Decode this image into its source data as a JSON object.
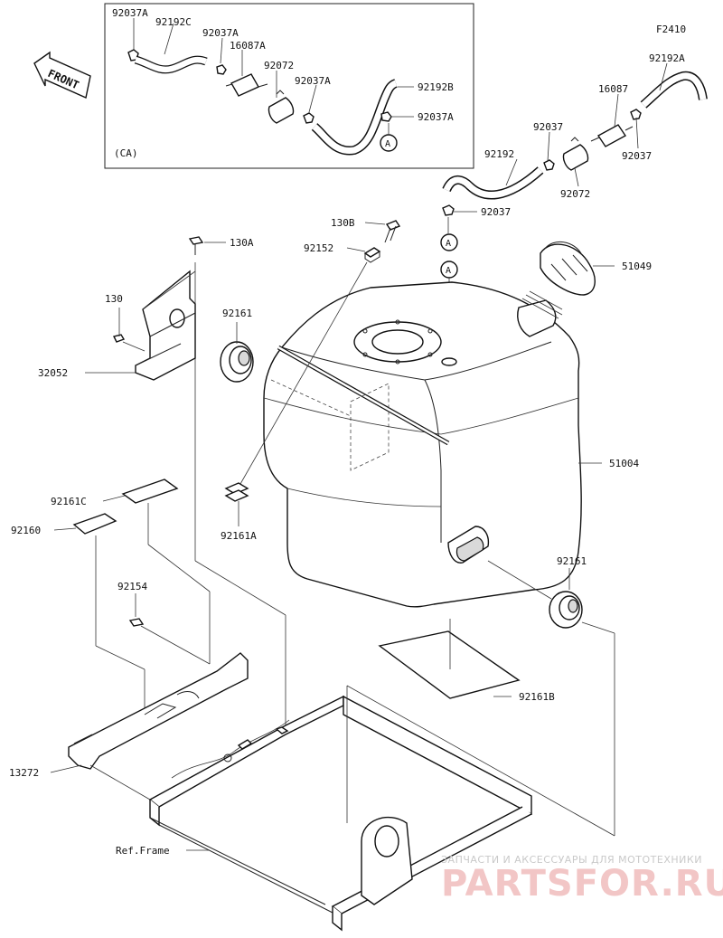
{
  "figure_code": "F2410",
  "inset": {
    "label": "(CA)"
  },
  "front_arrow": {
    "label": "FRONT"
  },
  "callouts": {
    "c_92037A_1": "92037A",
    "c_92192C": "92192C",
    "c_92037A_2": "92037A",
    "c_16087A": "16087A",
    "c_92072_in": "92072",
    "c_92037A_3": "92037A",
    "c_92192B": "92192B",
    "c_92037A_4": "92037A",
    "c_92192A": "92192A",
    "c_16087": "16087",
    "c_92037_1": "92037",
    "c_92037_2": "92037",
    "c_92192": "92192",
    "c_92072": "92072",
    "c_92037_3": "92037",
    "c_130B": "130B",
    "c_130A": "130A",
    "c_92152": "92152",
    "c_51049": "51049",
    "c_130": "130",
    "c_92161_1": "92161",
    "c_32052": "32052",
    "c_51004": "51004",
    "c_92161C": "92161C",
    "c_92161A": "92161A",
    "c_92160": "92160",
    "c_92161_2": "92161",
    "c_92154": "92154",
    "c_92161B": "92161B",
    "c_13272": "13272",
    "c_ref_frame": "Ref.Frame"
  },
  "markers": {
    "a_inset": "A",
    "a_main_1": "A",
    "a_main_2": "A"
  },
  "watermark": {
    "tagline": "ЗАПЧАСТИ И АКСЕССУАРЫ ДЛЯ МОТОТЕХНИКИ",
    "brand": "PARTSFOR.RU"
  }
}
